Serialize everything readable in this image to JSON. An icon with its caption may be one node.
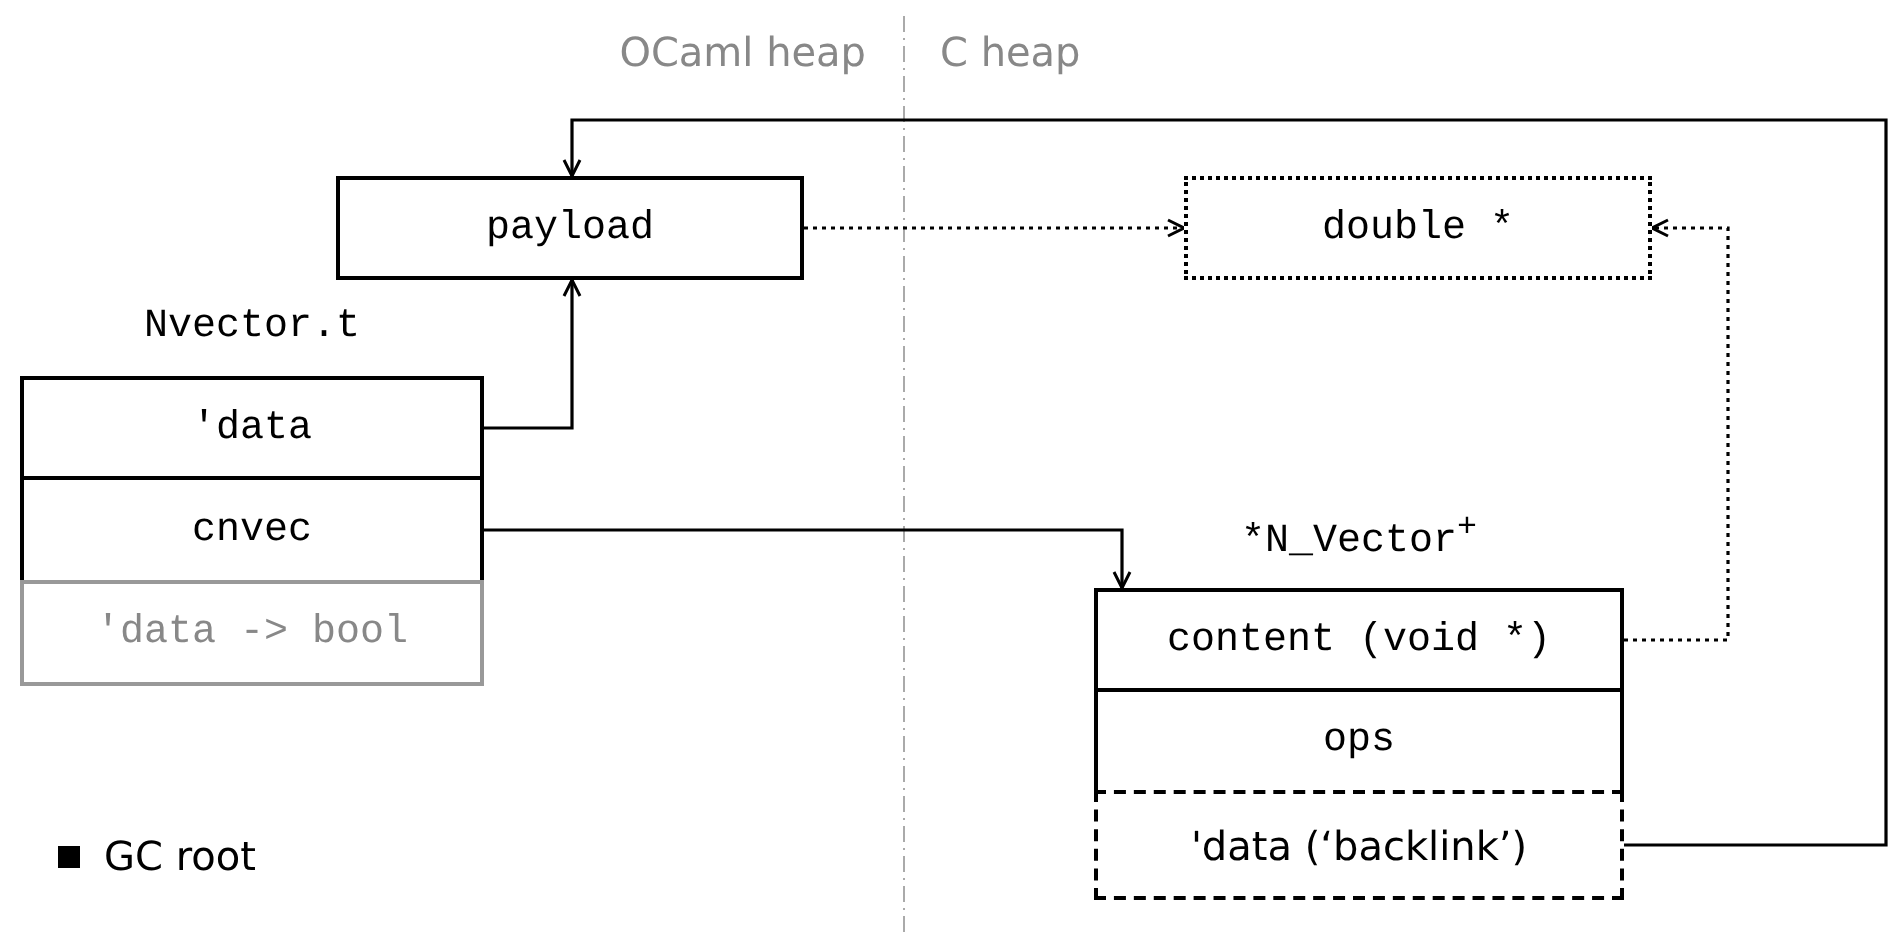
{
  "diagram": {
    "nodes": [
      {
        "text": [
          "payload"
        ]
      },
      {
        "text": [
          "double *"
        ]
      },
      {
        "text": [
          "'data"
        ],
        "beside": [
          "Nvector.t"
        ]
      },
      {
        "text": [
          "cnvec"
        ]
      },
      {
        "text": [
          "'data -> bool"
        ]
      },
      {
        "text": [
          "content (void *)"
        ],
        "beside": [
          "*N_Vector$^{+}$"
        ]
      },
      {
        "text": [
          "ops"
        ]
      },
      {
        "text": [
          "'data (‘backlink’)"
        ]
      }
    ],
    "edges": [
      {
        "from": 2,
        "to": 0,
        "arrow": "to"
      },
      {
        "from": 0,
        "to": 1,
        "arrow": "to",
        "style": "dashed"
      },
      {
        "from": 3,
        "to": 5,
        "arrow": "to"
      },
      {
        "from": 5,
        "to": 1,
        "arrow": "to",
        "style": "dashed"
      },
      {
        "from": 7,
        "to": 0,
        "arrow": "to"
      }
    ],
    "labels": [
      "OCaml heap",
      "C heap"
    ],
    "legend": [
      {
        "text": "GC root",
        "color": "#000000"
      }
    ]
  }
}
